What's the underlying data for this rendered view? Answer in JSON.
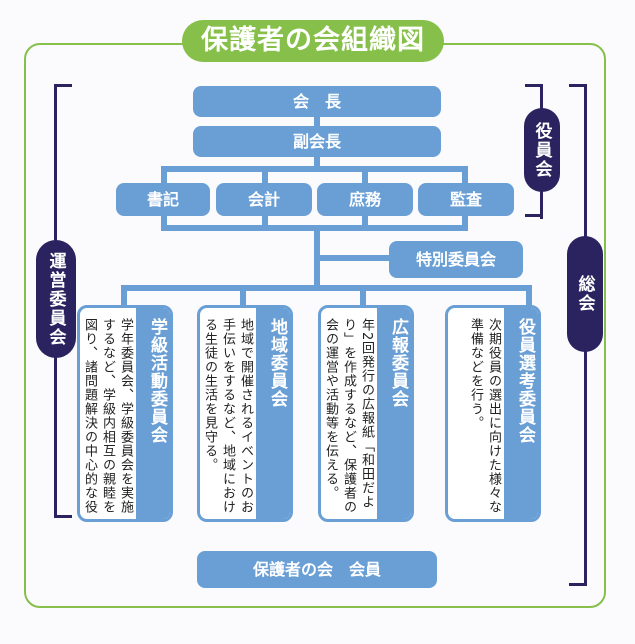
{
  "title": "保護者の会組織図",
  "officers": {
    "president": "会　長",
    "vice_president": "副会長",
    "roles": [
      "書記",
      "会計",
      "庶務",
      "監査"
    ]
  },
  "special_committee": "特別委員会",
  "brackets": {
    "left": "運営委員会",
    "right_inner": "役員会",
    "right_outer": "総会"
  },
  "committees": [
    {
      "name": "学級活動委員会",
      "description": "学年委員会、学級委員会を実施するなど、学級内相互の親睦を図り、諸問題解決の中心的な役割を担う。"
    },
    {
      "name": "地域委員会",
      "description": "地域で開催されるイベントのお手伝いをするなど、地域における生徒の生活を見守る。"
    },
    {
      "name": "広報委員会",
      "description": "年2回発行の広報紙「和田だより」を作成するなど、保護者の会の運営や活動等を伝える。"
    },
    {
      "name": "役員選考委員会",
      "description": "次期役員の選出に向けた様々な準備などを行う。"
    }
  ],
  "members": "保護者の会　会員",
  "colors": {
    "green": "#86c04a",
    "blue": "#6a9fd6",
    "navy": "#2a2360"
  }
}
